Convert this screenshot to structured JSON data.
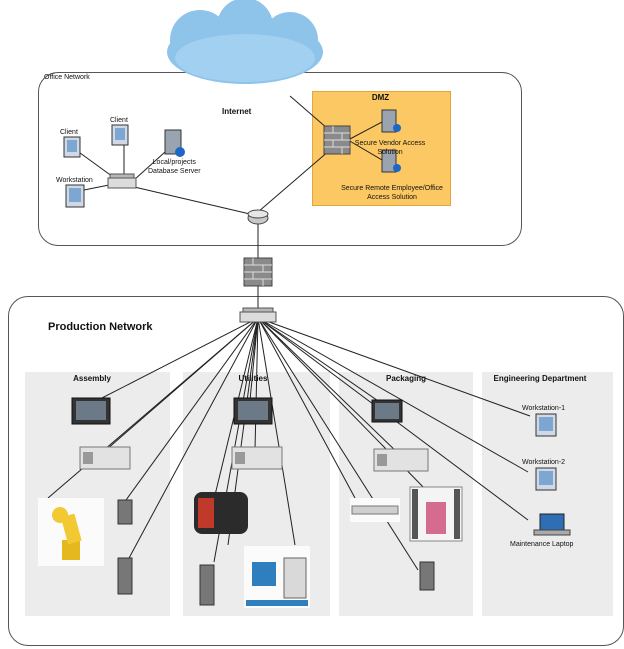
{
  "cloud": {
    "label": "Internet"
  },
  "office": {
    "title": "Office Network",
    "client1": "Client",
    "client2": "Client",
    "workstation": "Workstation",
    "server": "Local/projects\nDatabase Server"
  },
  "dmz": {
    "title": "DMZ",
    "vendor": "Secure Vendor Access\nSolution",
    "remote": "Secure Remote Employee/Office\nAccess Solution"
  },
  "production": {
    "title": "Production Network",
    "assembly": "Assembly",
    "utilities": "Utilities",
    "packaging": "Packaging",
    "engineering": "Engineering Department",
    "ws1": "Workstation-1",
    "ws2": "Workstation-2",
    "laptop": "Maintenance Laptop"
  },
  "colors": {
    "cloud": "#8ec4ea",
    "dmz": "#fcc863",
    "zone": "#ececec",
    "firewall": "#8a8a8a"
  }
}
